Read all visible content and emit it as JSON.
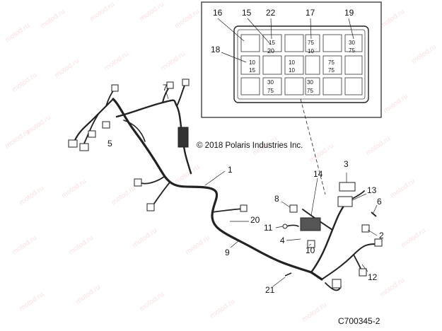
{
  "watermark": "motod.ru",
  "copyright": "© 2018 Polaris Industries Inc.",
  "figure_id": "C700345-2",
  "fuse_box": {
    "callouts": [
      "16",
      "15",
      "22",
      "17",
      "19",
      "18"
    ],
    "fuse_labels": [
      "15",
      "20",
      "75",
      "30",
      "75",
      "10",
      "10",
      "15",
      "10",
      "10",
      "75",
      "75",
      "30",
      "75",
      "30",
      "75"
    ]
  },
  "callouts": [
    "7",
    "5",
    "1",
    "3",
    "14",
    "13",
    "8",
    "6",
    "20",
    "11",
    "2",
    "4",
    "10",
    "9",
    "12",
    "21"
  ],
  "colors": {
    "line": "#222222",
    "watermark": "#e07070"
  }
}
